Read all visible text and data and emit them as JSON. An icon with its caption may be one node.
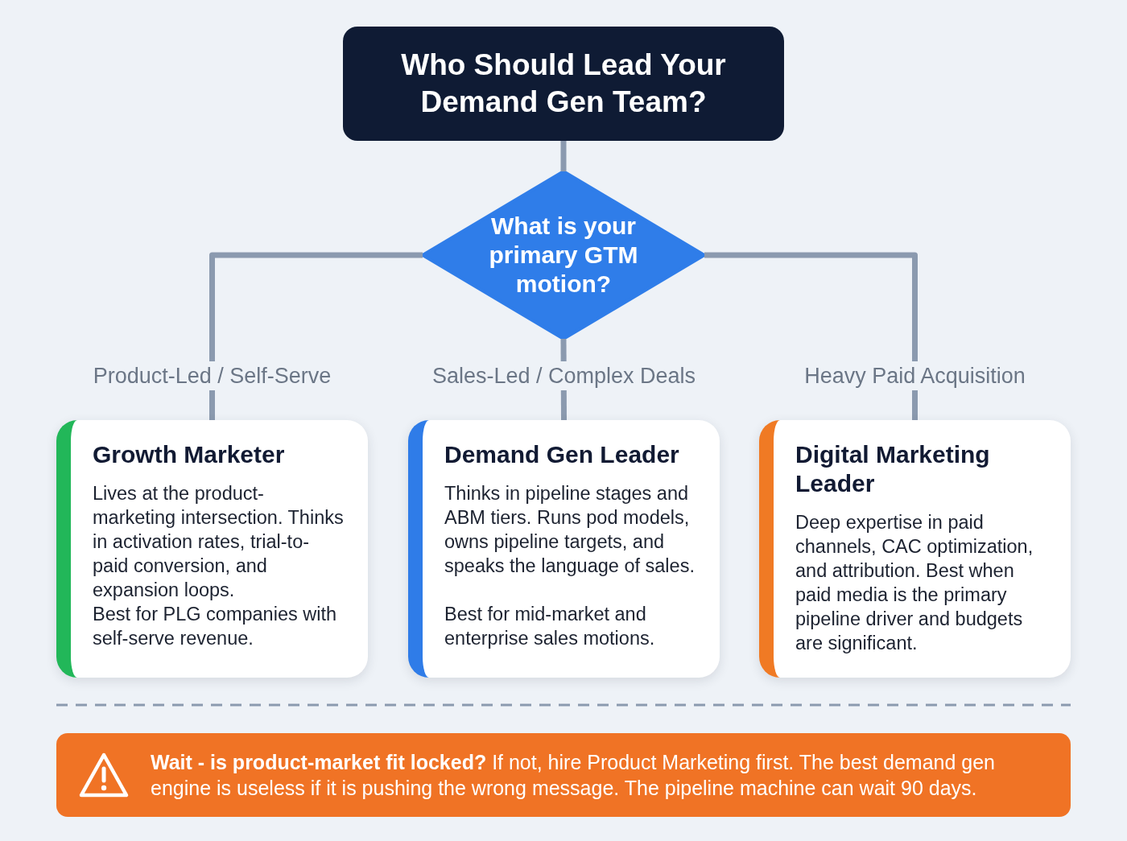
{
  "diagram": {
    "nodes": [
      {
        "text": [
          "Who Should Lead Your Demand Gen Team?"
        ]
      },
      {
        "text": [
          "What is your primary GTM motion?"
        ]
      },
      {
        "text": [
          "Growth Marketer",
          "Lives at the product-marketing intersection. Thinks in activation rates, trial-to-paid conversion, and expansion loops.",
          "Best for PLG companies with self-serve revenue."
        ]
      },
      {
        "text": [
          "Demand Gen Leader",
          "Thinks in pipeline stages and ABM tiers. Runs pod models, owns pipeline targets, and speaks the language of sales.",
          "Best for mid-market and enterprise sales motions."
        ]
      },
      {
        "text": [
          "Digital Marketing Leader",
          "Deep expertise in paid channels, CAC optimization, and attribution. Best when paid media is the primary pipeline driver and budgets are significant."
        ]
      },
      {
        "text": [
          "**Wait - is product-market fit locked?** If not, hire Product Marketing first. The best demand gen engine is useless if it is pushing the wrong message. The pipeline machine can wait 90 days."
        ]
      }
    ],
    "edges": [
      {
        "from": 0,
        "to": 1,
        "arrow": "none"
      },
      {
        "from": 1,
        "to": 2,
        "arrow": "none",
        "label": "Product-Led / Self-Serve"
      },
      {
        "from": 1,
        "to": 3,
        "arrow": "none",
        "label": "Sales-Led / Complex Deals"
      },
      {
        "from": 1,
        "to": 4,
        "arrow": "none",
        "label": "Heavy Paid Acquisition"
      }
    ]
  }
}
